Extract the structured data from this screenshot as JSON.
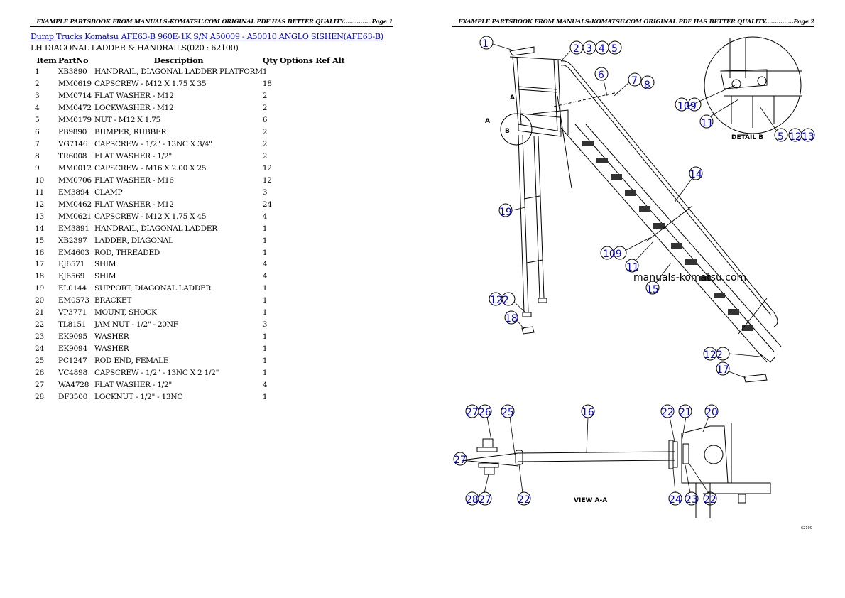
{
  "page1": {
    "header": "EXAMPLE PARTSBOOK FROM MANUALS-KOMATSU.COM ORIGINAL PDF HAS BETTER QUALITY...............Page 1",
    "breadcrumbs": [
      {
        "label": "Dump Trucks Komatsu"
      },
      {
        "label": "AFE63-B 960E-1K S/N A50009 - A50010 ANGLO SISHEN(AFE63-B)"
      }
    ],
    "subtitle": "LH DIAGONAL LADDER & HANDRAILS(020 : 62100)",
    "table": {
      "columns": [
        "Item",
        "PartNo",
        "Description",
        "Qty",
        "Options",
        "Ref",
        "Alt"
      ],
      "columns_label": {
        "item": "Item",
        "partno": "PartNo",
        "description": "Description",
        "qty_options_ref_alt": "Qty Options Ref Alt"
      },
      "rows": [
        {
          "item": "1",
          "partno": "XB3890",
          "description": "HANDRAIL, DIAGONAL LADDER PLATFORM",
          "qty": "1"
        },
        {
          "item": "2",
          "partno": "MM0619",
          "description": "CAPSCREW - M12 X 1.75 X 35",
          "qty": "18"
        },
        {
          "item": "3",
          "partno": "MM0714",
          "description": "FLAT WASHER - M12",
          "qty": "2"
        },
        {
          "item": "4",
          "partno": "MM0472",
          "description": "LOCKWASHER - M12",
          "qty": "2"
        },
        {
          "item": "5",
          "partno": "MM0179",
          "description": "NUT - M12 X 1.75",
          "qty": "6"
        },
        {
          "item": "6",
          "partno": "PB9890",
          "description": "BUMPER, RUBBER",
          "qty": "2"
        },
        {
          "item": "7",
          "partno": "VG7146",
          "description": "CAPSCREW - 1/2\" - 13NC X 3/4\"",
          "qty": "2"
        },
        {
          "item": "8",
          "partno": "TR6008",
          "description": "FLAT WASHER - 1/2\"",
          "qty": "2"
        },
        {
          "item": "9",
          "partno": "MM0012",
          "description": "CAPSCREW - M16 X 2.00 X 25",
          "qty": "12"
        },
        {
          "item": "10",
          "partno": "MM0706",
          "description": "FLAT WASHER - M16",
          "qty": "12"
        },
        {
          "item": "11",
          "partno": "EM3894",
          "description": "CLAMP",
          "qty": "3"
        },
        {
          "item": "12",
          "partno": "MM0462",
          "description": "FLAT WASHER - M12",
          "qty": "24"
        },
        {
          "item": "13",
          "partno": "MM0621",
          "description": "CAPSCREW - M12 X 1.75 X 45",
          "qty": "4"
        },
        {
          "item": "14",
          "partno": "EM3891",
          "description": "HANDRAIL, DIAGONAL LADDER",
          "qty": "1"
        },
        {
          "item": "15",
          "partno": "XB2397",
          "description": "LADDER, DIAGONAL",
          "qty": "1"
        },
        {
          "item": "16",
          "partno": "EM4603",
          "description": "ROD, THREADED",
          "qty": "1"
        },
        {
          "item": "17",
          "partno": "EJ6571",
          "description": "SHIM",
          "qty": "4"
        },
        {
          "item": "18",
          "partno": "EJ6569",
          "description": "SHIM",
          "qty": "4"
        },
        {
          "item": "19",
          "partno": "EL0144",
          "description": "SUPPORT, DIAGONAL LADDER",
          "qty": "1"
        },
        {
          "item": "20",
          "partno": "EM0573",
          "description": "BRACKET",
          "qty": "1"
        },
        {
          "item": "21",
          "partno": "VP3771",
          "description": "MOUNT, SHOCK",
          "qty": "1"
        },
        {
          "item": "22",
          "partno": "TL8151",
          "description": "JAM NUT - 1/2\" - 20NF",
          "qty": "3"
        },
        {
          "item": "23",
          "partno": "EK9095",
          "description": "WASHER",
          "qty": "1"
        },
        {
          "item": "24",
          "partno": "EK9094",
          "description": "WASHER",
          "qty": "1"
        },
        {
          "item": "25",
          "partno": "PC1247",
          "description": "ROD END, FEMALE",
          "qty": "1"
        },
        {
          "item": "26",
          "partno": "VC4898",
          "description": "CAPSCREW - 1/2\" - 13NC X 2 1/2\"",
          "qty": "1"
        },
        {
          "item": "27",
          "partno": "WA4728",
          "description": "FLAT WASHER - 1/2\"",
          "qty": "4"
        },
        {
          "item": "28",
          "partno": "DF3500",
          "description": "LOCKNUT - 1/2\" - 13NC",
          "qty": "1"
        }
      ]
    }
  },
  "page2": {
    "header": "EXAMPLE PARTSBOOK FROM MANUALS-KOMATSU.COM ORIGINAL PDF HAS BETTER QUALITY...............Page 2",
    "watermark": "manuals-komatsu.com",
    "labels": {
      "detail_b": "DETAIL B",
      "view_aa": "VIEW A-A",
      "a1": "A",
      "a2": "A",
      "b": "B",
      "fig_code": "62100"
    },
    "callouts": {
      "c1": "1",
      "c2": "2",
      "c3": "3",
      "c4": "4",
      "c5": "5",
      "c6": "6",
      "c7": "7",
      "c8": "8",
      "c109a": "109",
      "c11a": "11",
      "c5b": "5",
      "c12b": "12",
      "c13b": "13",
      "c14": "14",
      "c19": "19",
      "c109b": "109",
      "c11b": "11",
      "c15": "15",
      "c122a": "122",
      "c18": "18",
      "c122b": "122",
      "c17": "17",
      "c27a": "27",
      "c26": "26",
      "c25": "25",
      "c16": "16",
      "c22a": "22",
      "c21": "21",
      "c20": "20",
      "c27b": "27",
      "c28": "28",
      "c27c": "27",
      "c22b": "22",
      "c24": "24",
      "c23": "23",
      "c22c": "22"
    }
  }
}
